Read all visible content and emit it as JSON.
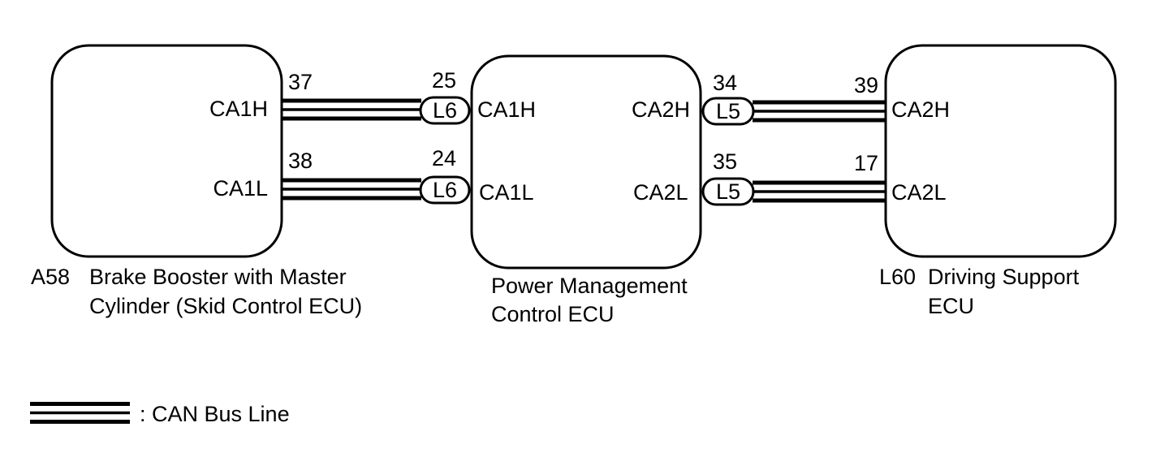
{
  "ecus": {
    "brake_booster": {
      "code": "A58",
      "name_line_1": "Brake Booster with Master",
      "name_line_2": "Cylinder (Skid Control ECU)",
      "pins": {
        "ca1h": {
          "label": "CA1H",
          "number": "37"
        },
        "ca1l": {
          "label": "CA1L",
          "number": "38"
        }
      }
    },
    "power_management": {
      "name_line_1": "Power Management",
      "name_line_2": "Control ECU",
      "pins": {
        "ca1h": {
          "label": "CA1H",
          "number": "25"
        },
        "ca1l": {
          "label": "CA1L",
          "number": "24"
        },
        "ca2h": {
          "label": "CA2H",
          "number": "34"
        },
        "ca2l": {
          "label": "CA2L",
          "number": "35"
        }
      }
    },
    "driving_support": {
      "code": "L60",
      "name_line_1": "Driving Support",
      "name_line_2": "ECU",
      "pins": {
        "ca2h": {
          "label": "CA2H",
          "number": "39"
        },
        "ca2l": {
          "label": "CA2L",
          "number": "17"
        }
      }
    }
  },
  "junction_connectors": {
    "ca1h": "L6",
    "ca1l": "L6",
    "ca2h": "L5",
    "ca2l": "L5"
  },
  "legend": {
    "label": ": CAN Bus Line"
  },
  "colors": {
    "line": "#000000",
    "background": "#ffffff"
  }
}
